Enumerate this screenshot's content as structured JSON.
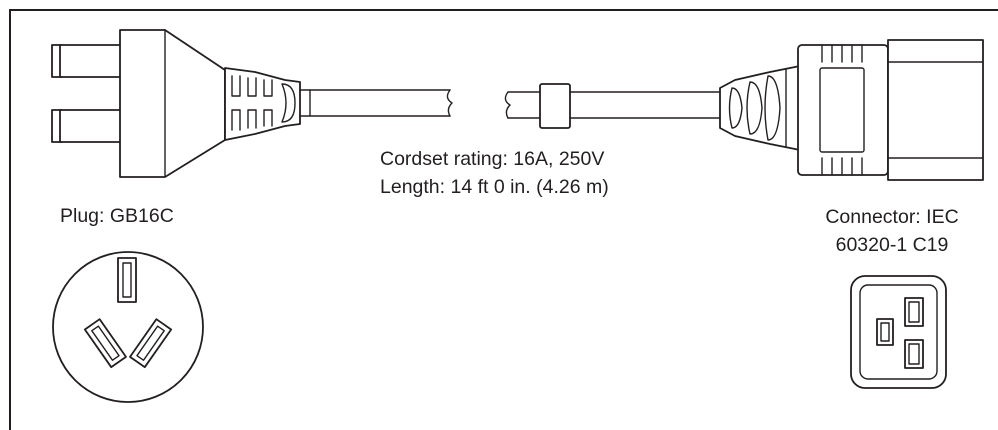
{
  "diagram": {
    "plug_label": "Plug: GB16C",
    "rating_label": "Cordset rating:  16A, 250V",
    "length_label": "Length:  14 ft 0 in. (4.26 m)",
    "connector_label_line1": "Connector: IEC",
    "connector_label_line2": "60320-1 C19"
  },
  "colors": {
    "line": "#231f20",
    "background": "#ffffff"
  }
}
